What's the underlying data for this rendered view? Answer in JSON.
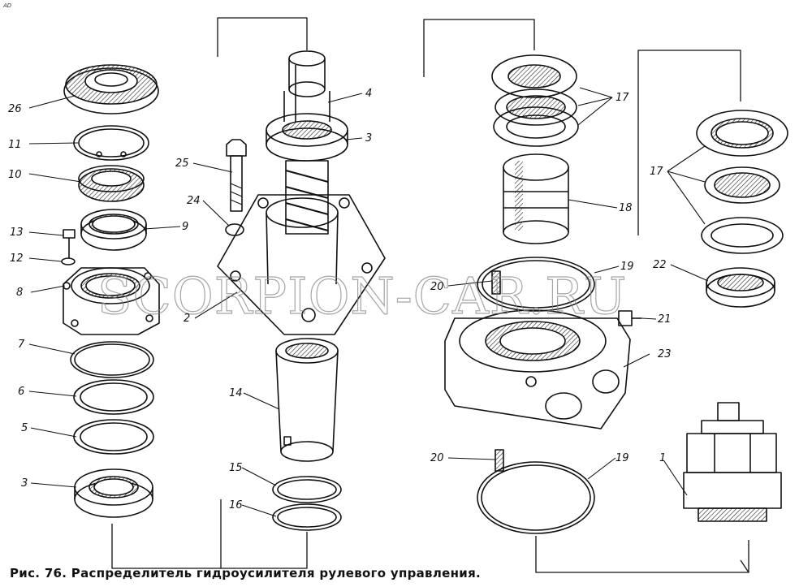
{
  "caption": "Рис. 76. Распределитель гидроусилителя рулевого управления.",
  "corner_mark": "AD",
  "watermark": "SCORPION-CAR.RU",
  "callouts": {
    "c1": "1",
    "c2": "2",
    "c3a": "3",
    "c3b": "3",
    "c4": "4",
    "c5": "5",
    "c6": "6",
    "c7": "7",
    "c8": "8",
    "c9": "9",
    "c10": "10",
    "c11": "11",
    "c12": "12",
    "c13": "13",
    "c14": "14",
    "c15": "15",
    "c16": "16",
    "c17a": "17",
    "c17b": "17",
    "c18": "18",
    "c19a": "19",
    "c19b": "19",
    "c20a": "20",
    "c20b": "20",
    "c21": "21",
    "c22": "22",
    "c23": "23",
    "c24": "24",
    "c25": "25",
    "c26": "26"
  }
}
